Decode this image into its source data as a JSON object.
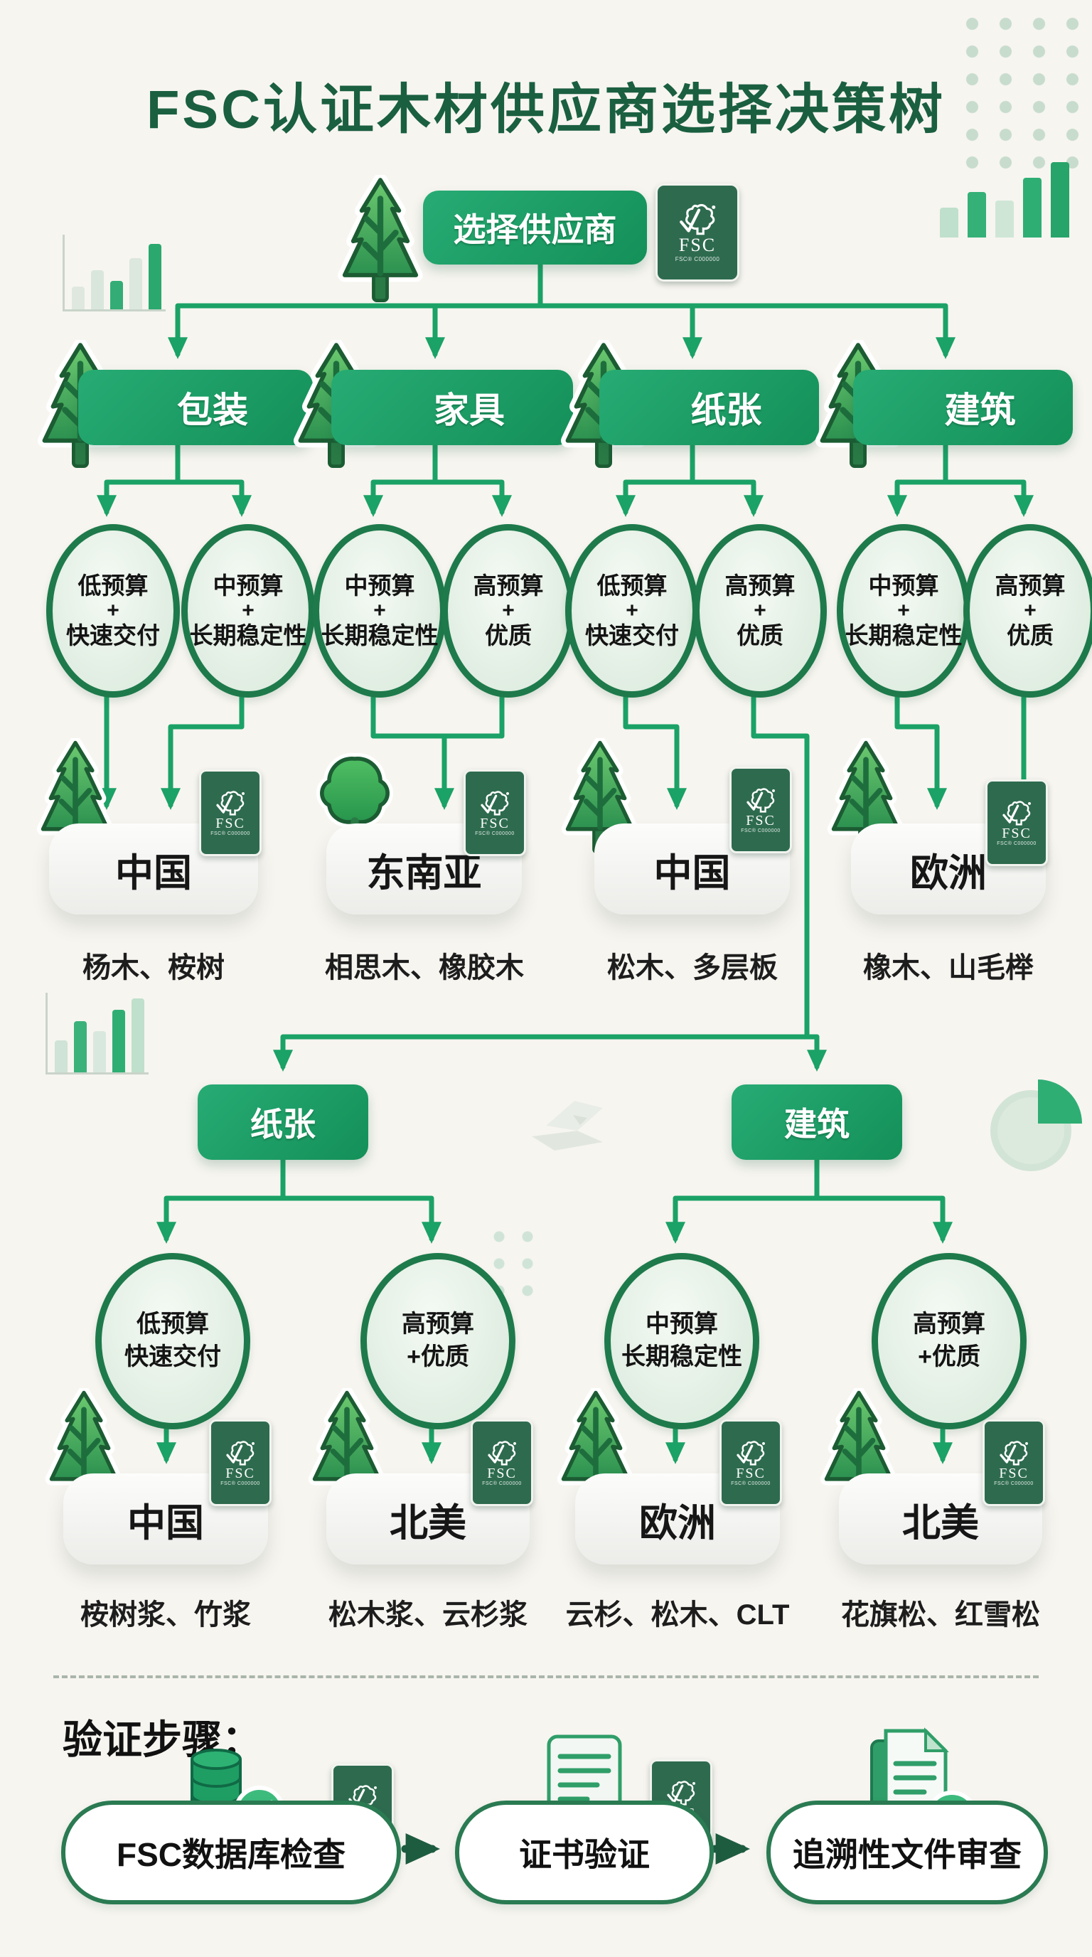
{
  "title": "FSC认证木材供应商选择决策树",
  "colors": {
    "background": "#f7f5f0",
    "title_green": "#1a5f40",
    "node_green": "#1da269",
    "line_green": "#1ba266",
    "circle_border": "#1e7a4b",
    "badge_green": "#2e6b4e",
    "text_black": "#161616",
    "result_bg": "#f2f2f0"
  },
  "root": {
    "label": "选择供应商"
  },
  "fsc": {
    "brand": "FSC",
    "license": "FSC® C000000"
  },
  "level1": [
    {
      "label": "包装"
    },
    {
      "label": "家具"
    },
    {
      "label": "纸张"
    },
    {
      "label": "建筑"
    }
  ],
  "criteria1": [
    {
      "l1": "低预算",
      "l2": "+",
      "l3": "快速交付"
    },
    {
      "l1": "中预算",
      "l2": "+",
      "l3": "长期稳定性"
    },
    {
      "l1": "中预算",
      "l2": "+",
      "l3": "长期稳定性"
    },
    {
      "l1": "高预算",
      "l2": "+",
      "l3": "优质"
    },
    {
      "l1": "低预算",
      "l2": "+",
      "l3": "快速交付"
    },
    {
      "l1": "高预算",
      "l2": "+",
      "l3": "优质"
    },
    {
      "l1": "中预算",
      "l2": "+",
      "l3": "长期稳定性"
    },
    {
      "l1": "高预算",
      "l2": "+",
      "l3": "优质"
    }
  ],
  "results1": [
    {
      "region": "中国",
      "species": "杨木、桉树"
    },
    {
      "region": "东南亚",
      "species": "相思木、橡胶木"
    },
    {
      "region": "中国",
      "species": "松木、多层板"
    },
    {
      "region": "欧洲",
      "species": "橡木、山毛榉"
    }
  ],
  "level2": [
    {
      "label": "纸张"
    },
    {
      "label": "建筑"
    }
  ],
  "criteria2": [
    {
      "l1": "低预算",
      "l2": "快速交付"
    },
    {
      "l1": "高预算",
      "l2": "+优质"
    },
    {
      "l1": "中预算",
      "l2": "长期稳定性"
    },
    {
      "l1": "高预算",
      "l2": "+优质"
    }
  ],
  "results2": [
    {
      "region": "中国",
      "species": "桉树浆、竹浆"
    },
    {
      "region": "北美",
      "species": "松木浆、云杉浆"
    },
    {
      "region": "欧洲",
      "species": "云杉、松木、CLT"
    },
    {
      "region": "北美",
      "species": "花旗松、红雪松"
    }
  ],
  "verification": {
    "heading": "验证步骤：",
    "steps": [
      {
        "label": "FSC数据库检查"
      },
      {
        "label": "证书验证"
      },
      {
        "label": "追溯性文件审查"
      }
    ]
  }
}
